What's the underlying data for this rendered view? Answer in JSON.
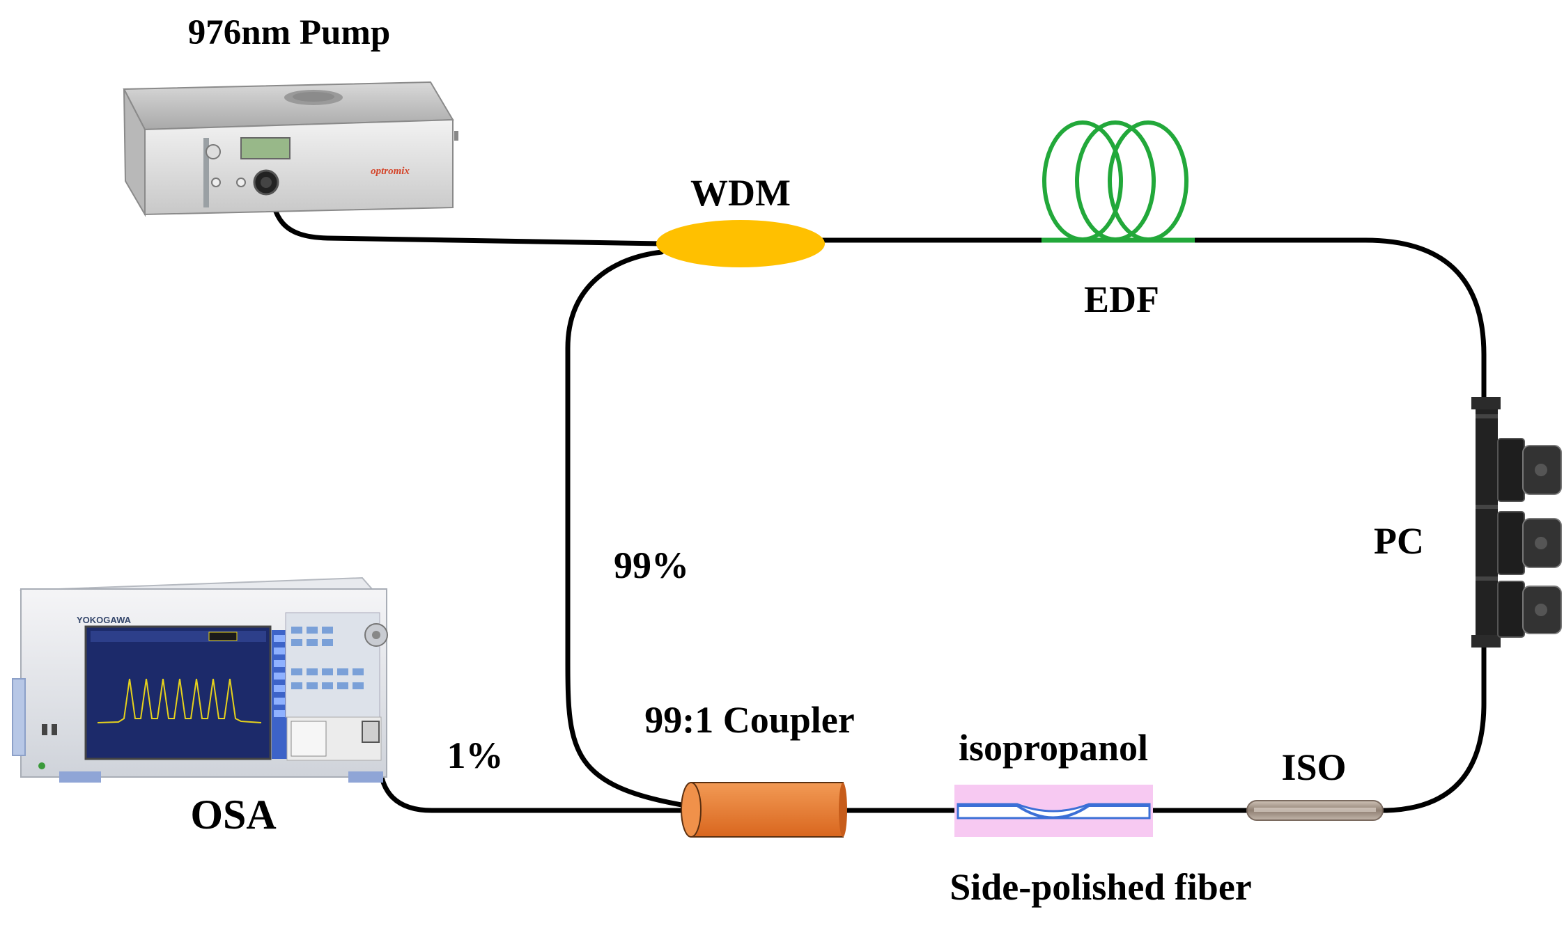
{
  "labels": {
    "pump": "976nm Pump",
    "wdm": "WDM",
    "edf": "EDF",
    "pc": "PC",
    "ninety_nine": "99%",
    "one_percent": "1%",
    "coupler": "99:1 Coupler",
    "isopropanol": "isopropanol",
    "iso": "ISO",
    "osa": "OSA",
    "spf": "Side-polished fiber"
  },
  "pump_brand": "optromix",
  "osa_brand": "YOKOGAWA",
  "colors": {
    "fiber": "#000000",
    "wdm": "#ffc000",
    "edf": "#22a83a",
    "coupler": "#ea7a2c",
    "isopropanol": "#f7c9f2",
    "polished_fiber": "#3b6fd6",
    "iso": "#a8968a",
    "screen_trace": "#e6d21c"
  }
}
